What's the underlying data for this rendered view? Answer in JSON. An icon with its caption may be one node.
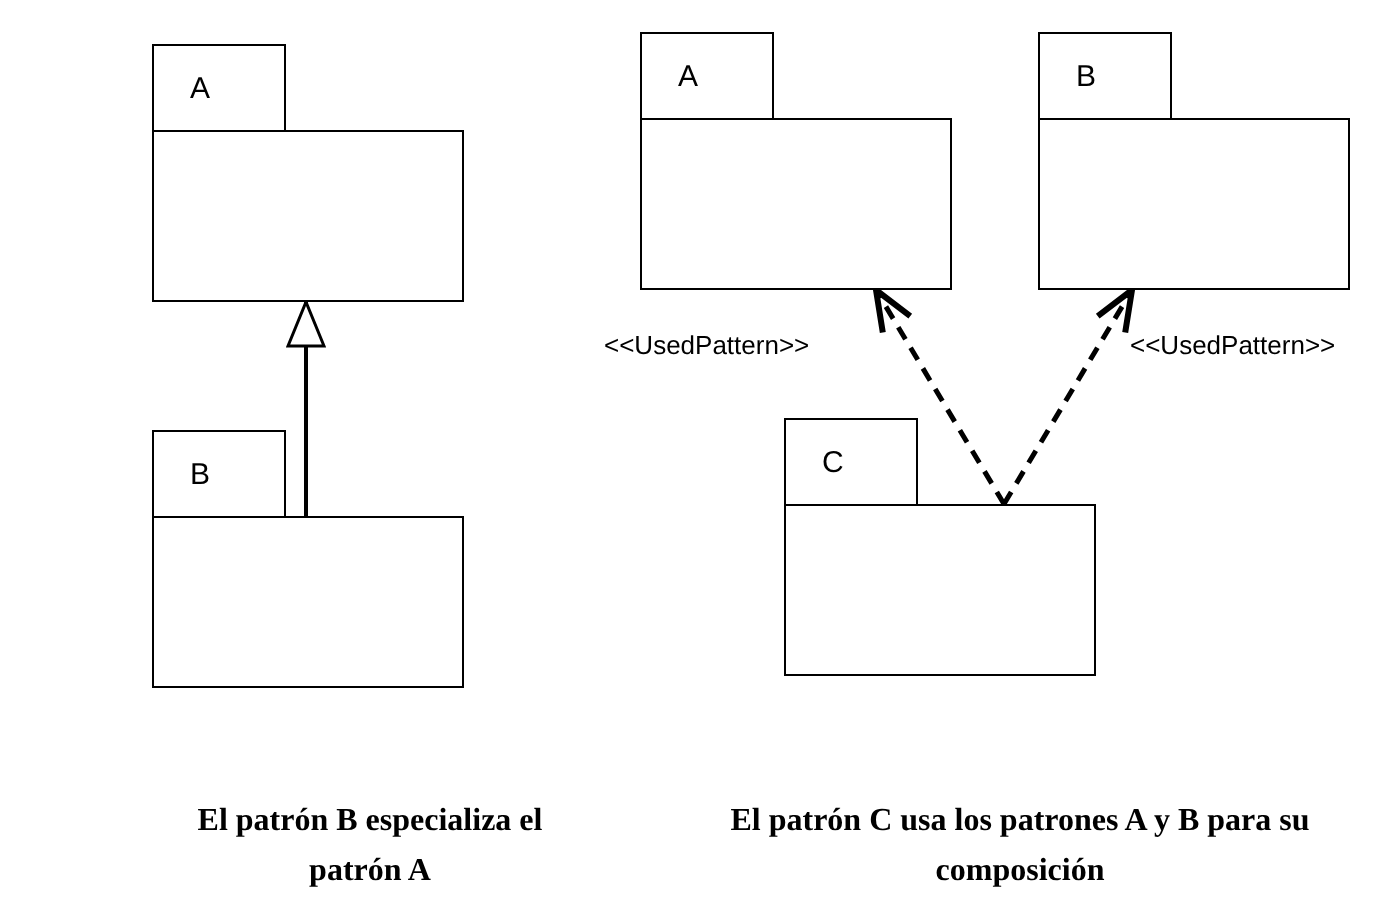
{
  "diagram": {
    "nodes": [
      {
        "text": [
          "A"
        ]
      },
      {
        "text": [
          "B"
        ]
      },
      {
        "text": [
          "A"
        ]
      },
      {
        "text": [
          "B"
        ]
      },
      {
        "text": [
          "C"
        ]
      }
    ],
    "edges": [
      {
        "from": 1,
        "to": 0,
        "arrow": "to"
      },
      {
        "from": 4,
        "to": 2,
        "arrow": "to",
        "style": "dashed",
        "label": "<<UsedPattern>>"
      },
      {
        "from": 4,
        "to": 3,
        "arrow": "to",
        "style": "dashed",
        "label": "<<UsedPattern>>"
      }
    ],
    "labels": [
      "El patrón B especializa el patrón A",
      "El patrón C usa los patrones A y B para su composición"
    ]
  }
}
